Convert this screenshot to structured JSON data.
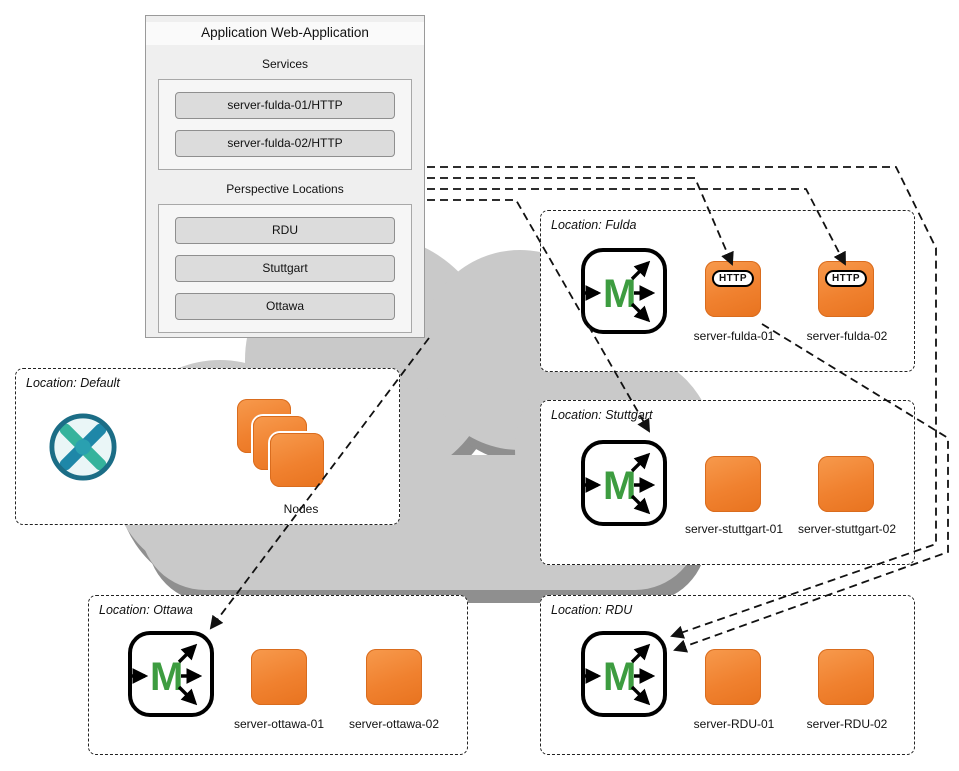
{
  "app_panel": {
    "title": "Application Web-Application",
    "services_heading": "Services",
    "services": [
      "server-fulda-01/HTTP",
      "server-fulda-02/HTTP"
    ],
    "perspectives_heading": "Perspective Locations",
    "perspectives": [
      "RDU",
      "Stuttgart",
      "Ottawa"
    ]
  },
  "locations": {
    "default": {
      "title": "Location: Default",
      "nodes_label": "Nodes"
    },
    "fulda": {
      "title": "Location: Fulda",
      "badge": "HTTP",
      "servers": [
        "server-fulda-01",
        "server-fulda-02"
      ]
    },
    "stuttgart": {
      "title": "Location: Stuttgart",
      "servers": [
        "server-stuttgart-01",
        "server-stuttgart-02"
      ]
    },
    "ottawa": {
      "title": "Location: Ottawa",
      "servers": [
        "server-ottawa-01",
        "server-ottawa-02"
      ]
    },
    "rdu": {
      "title": "Location: RDU",
      "servers": [
        "server-RDU-01",
        "server-RDU-02"
      ]
    }
  },
  "icons": {
    "m_label": "M",
    "m_icon_meaning": "message-router-icon",
    "cube_icon_meaning": "server-instance-icon",
    "logo_icon_meaning": "platform-logo-icon"
  },
  "colors": {
    "node_orange": "#F0812F",
    "m_green": "#3D9C40",
    "cloud_gray": "#C9C9C9",
    "cloud_shadow_gray": "#8F8F8F",
    "panel_gray": "#EFEFEF",
    "button_gray": "#DCDCDC",
    "logo_teal": "#2AA0B0",
    "logo_blue": "#1E87A8",
    "logo_green": "#35B39C",
    "line_black": "#111111"
  }
}
